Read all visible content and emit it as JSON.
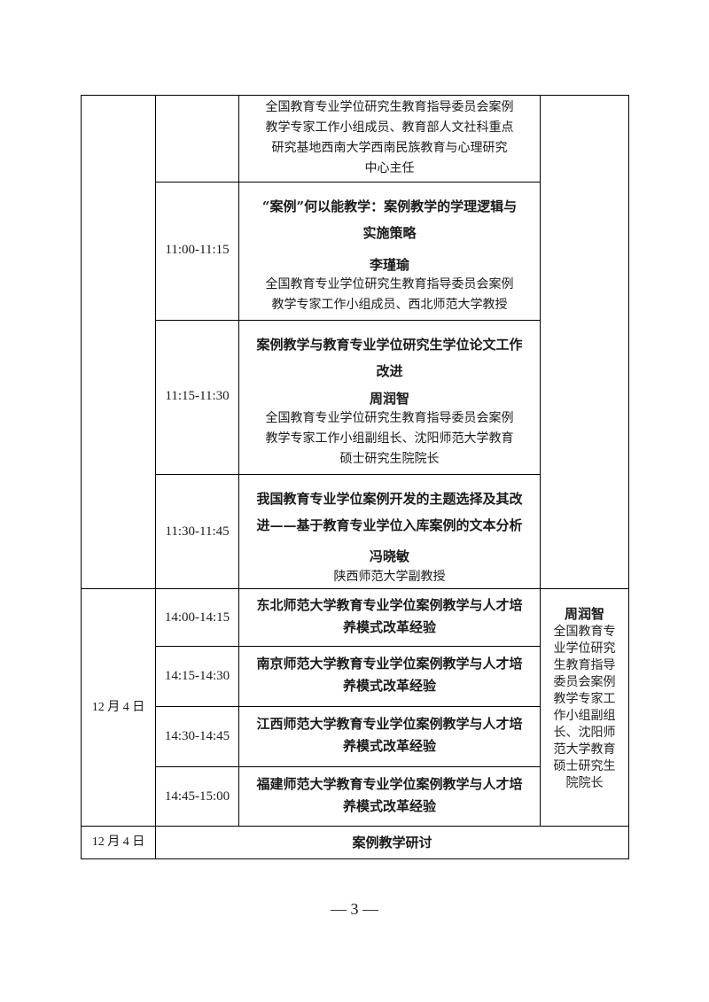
{
  "rows": [
    {
      "time": "",
      "desc": "全国教育专业学位研究生教育指导委员会案例\n教学专家工作小组成员、教育部人文社科重点\n研究基地西南大学西南民族教育与心理研究\n中心主任"
    },
    {
      "time": "11:00-11:15",
      "title": "“案例”何以能教学：案例教学的学理逻辑与\n实施策略",
      "name": "李瑾瑜",
      "desc": "全国教育专业学位研究生教育指导委员会案例\n教学专家工作小组成员、西北师范大学教授"
    },
    {
      "time": "11:15-11:30",
      "title": "案例教学与教育专业学位研究生学位论文工作\n改进",
      "name": "周润智",
      "desc": "全国教育专业学位研究生教育指导委员会案例\n教学专家工作小组副组长、沈阳师范大学教育\n硕士研究生院院长"
    },
    {
      "time": "11:30-11:45",
      "title": "我国教育专业学位案例开发的主题选择及其改\n进——基于教育专业学位入库案例的文本分析",
      "name": "冯晓敏",
      "desc": "陕西师范大学副教授"
    }
  ],
  "afternoon": {
    "date": "12 月 4 日",
    "host_name": "周润智",
    "host_desc": "全国教育专\n业学位研究\n生教育指导\n委员会案例\n教学专家工\n作小组副组\n长、沈阳师\n范大学教育\n硕士研究生\n院院长",
    "sessions": [
      {
        "time": "14:00-14:15",
        "title": "东北师范大学教育专业学位案例教学与人才培\n养模式改革经验"
      },
      {
        "time": "14:15-14:30",
        "title": "南京师范大学教育专业学位案例教学与人才培\n养模式改革经验"
      },
      {
        "time": "14:30-14:45",
        "title": "江西师范大学教育专业学位案例教学与人才培\n养模式改革经验"
      },
      {
        "time": "14:45-15:00",
        "title": "福建师范大学教育专业学位案例教学与人才培\n养模式改革经验"
      }
    ]
  },
  "final_row": {
    "date": "12 月 4 日",
    "title": "案例教学研讨"
  },
  "footer": "— 3 —"
}
